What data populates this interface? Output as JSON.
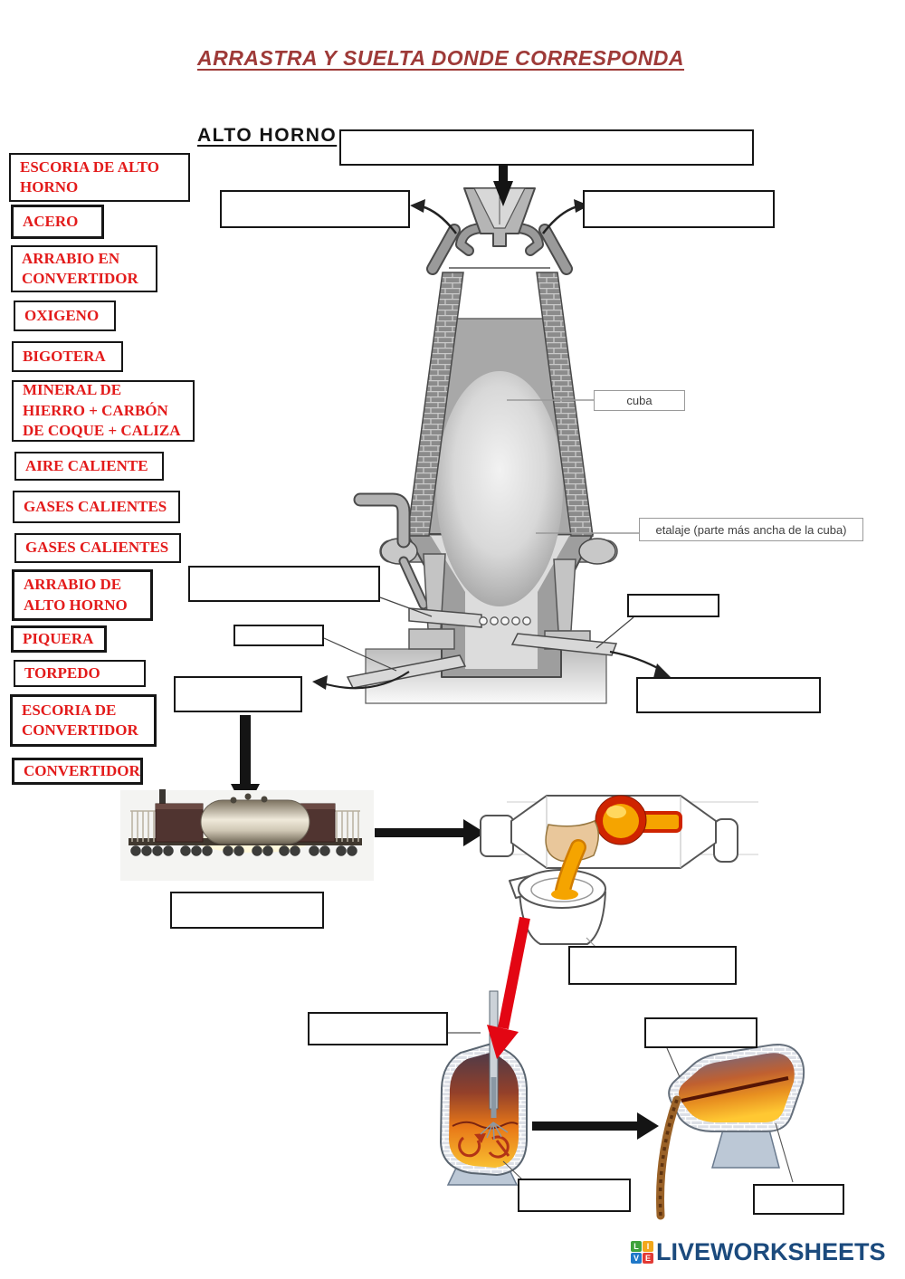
{
  "page": {
    "title": "ARRASTRA Y SUELTA DONDE CORRESPONDA",
    "subtitle": "ALTO HORNO"
  },
  "draggable_labels": [
    {
      "id": "escoria-de-alto-horno",
      "text": "ESCORIA DE ALTO HORNO"
    },
    {
      "id": "acero",
      "text": "ACERO"
    },
    {
      "id": "arrabio-en-convertidor",
      "text": "ARRABIO EN CONVERTIDOR"
    },
    {
      "id": "oxigeno",
      "text": "OXIGENO"
    },
    {
      "id": "bigotera",
      "text": "BIGOTERA"
    },
    {
      "id": "mineral-de-hierro-carbon-de-coque-caliza",
      "text": "MINERAL DE HIERRO + CARBÓN DE COQUE + CALIZA"
    },
    {
      "id": "aire-caliente",
      "text": "AIRE CALIENTE"
    },
    {
      "id": "gases-calientes-1",
      "text": "GASES CALIENTES"
    },
    {
      "id": "gases-calientes-2",
      "text": "GASES CALIENTES"
    },
    {
      "id": "arrabio-de-alto-horno",
      "text": "ARRABIO DE ALTO HORNO"
    },
    {
      "id": "piquera",
      "text": "PIQUERA"
    },
    {
      "id": "torpedo",
      "text": "TORPEDO"
    },
    {
      "id": "escoria-de-convertidor",
      "text": "ESCORIA DE CONVERTIDOR"
    },
    {
      "id": "convertidor",
      "text": "CONVERTIDOR"
    }
  ],
  "diagram": {
    "callouts": [
      {
        "id": "cuba",
        "text": "cuba"
      },
      {
        "id": "etalaje",
        "text": "etalaje (parte más ancha de la cuba)"
      }
    ],
    "empty_drop_box_count": 14
  },
  "footer": {
    "logo_text": "LIVEWORKSHEETS",
    "logo_squares": [
      {
        "letter": "L",
        "color": "#3fa23c"
      },
      {
        "letter": "I",
        "color": "#f2a71b"
      },
      {
        "letter": "V",
        "color": "#1f78c8"
      },
      {
        "letter": "E",
        "color": "#e23a35"
      }
    ]
  },
  "colors": {
    "label_text": "#e31b1b",
    "label_border": "#161616",
    "title_text": "#9e3a38",
    "subtitle_text": "#141414",
    "callout_text": "#404040",
    "logo_text": "#1b4a7d",
    "red_arrow": "#e30613"
  }
}
